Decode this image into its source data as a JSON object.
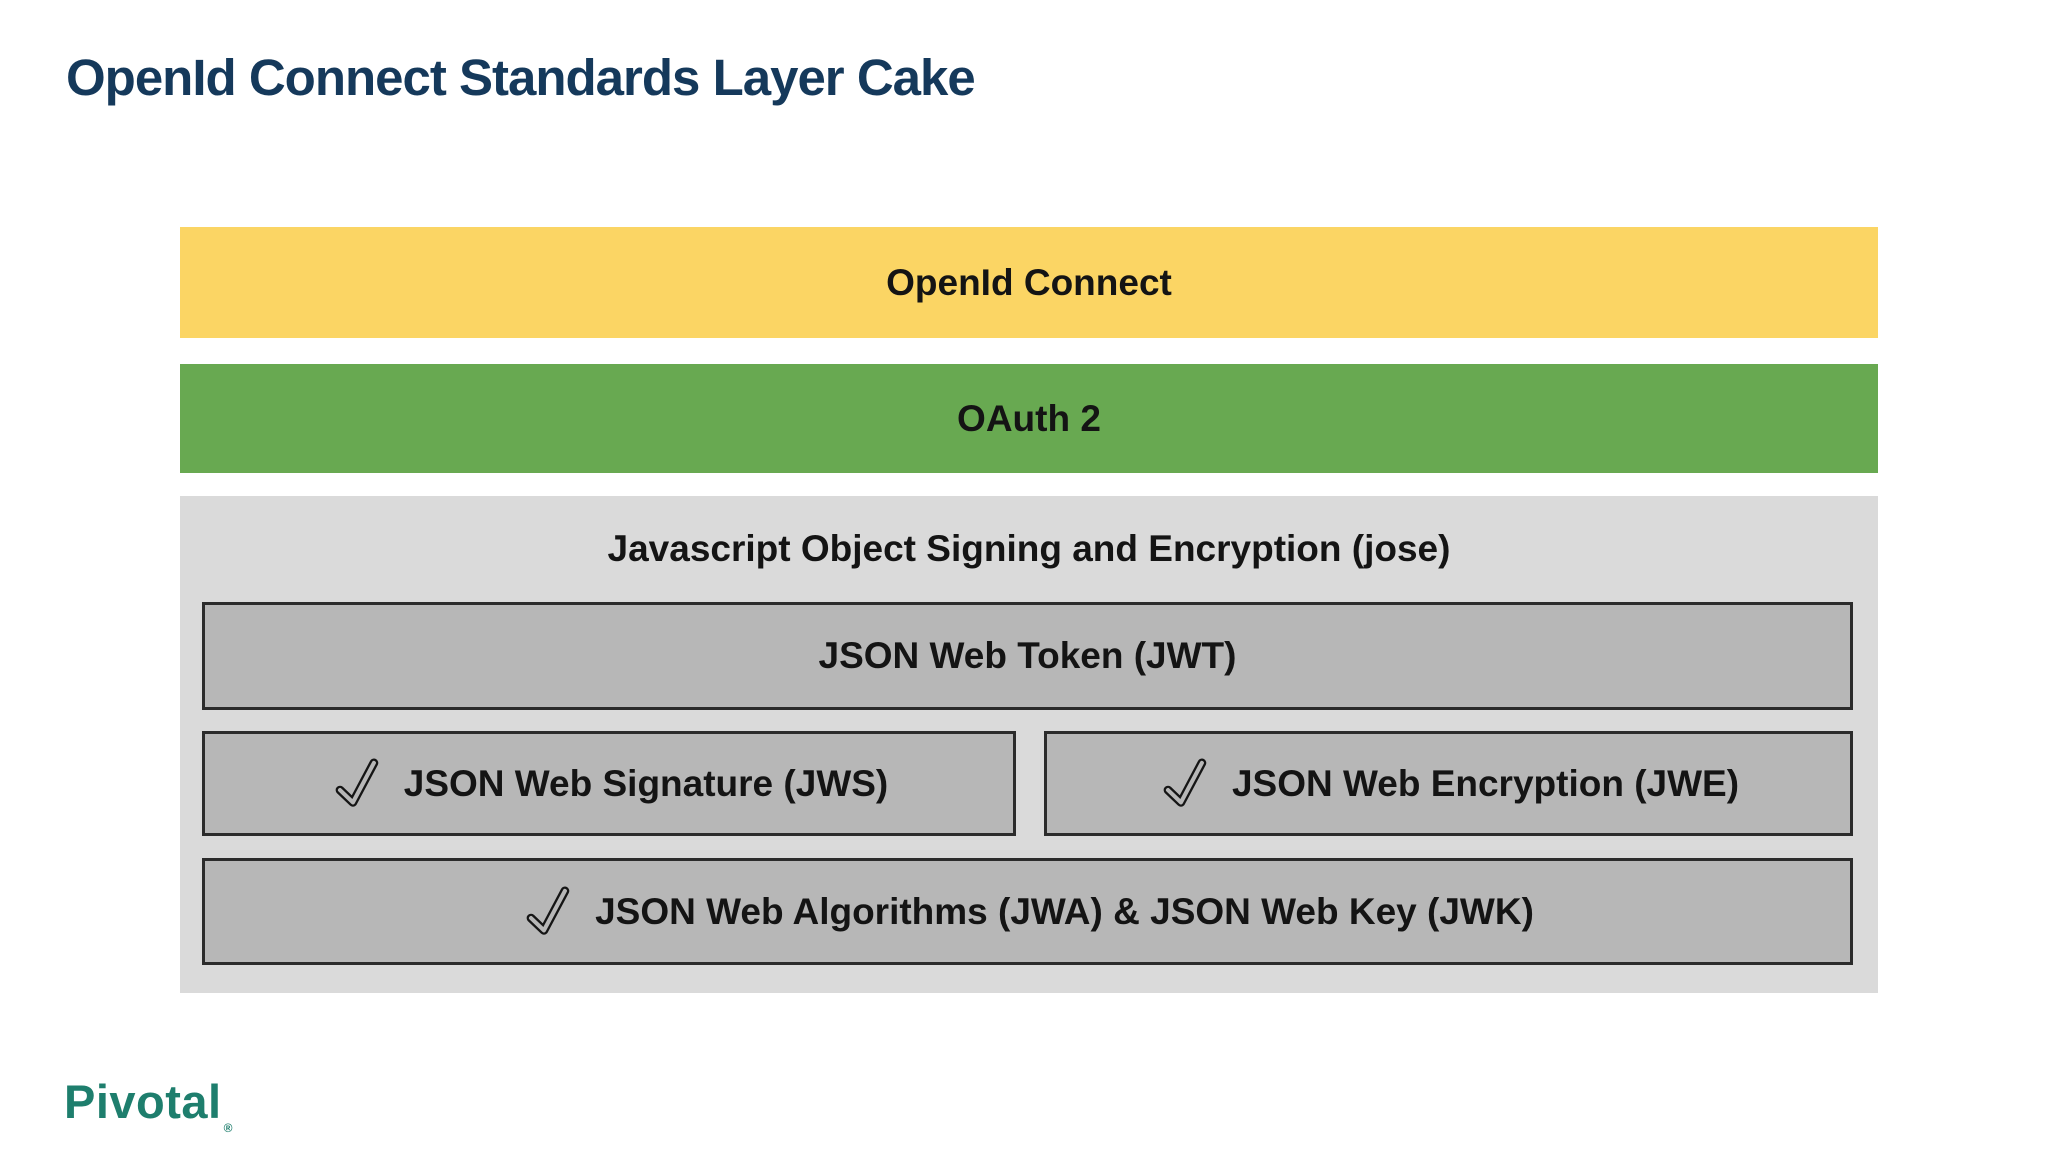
{
  "title": {
    "text": "OpenId Connect Standards Layer Cake",
    "color": "#15395B"
  },
  "layers": {
    "openid": {
      "label": "OpenId Connect",
      "bg": "#FBD564"
    },
    "oauth": {
      "label": "OAuth 2",
      "bg": "#68A951"
    },
    "jose": {
      "label": "Javascript Object Signing and Encryption (jose)",
      "bg": "#DADADA",
      "inner_bg": "#B7B7B7",
      "inner_border": "#2B2B2B",
      "jwt": {
        "label": "JSON Web Token (JWT)",
        "checked": false
      },
      "jws": {
        "label": "JSON Web Signature (JWS)",
        "checked": true
      },
      "jwe": {
        "label": "JSON Web Encryption (JWE)",
        "checked": true
      },
      "jwa_jwk": {
        "label": "JSON Web Algorithms (JWA) & JSON Web Key (JWK)",
        "checked": true
      }
    }
  },
  "icons": {
    "check_icon": "outlined-checkmark"
  },
  "footer": {
    "logo": "Pivotal",
    "logo_color": "#1E7E6D",
    "registered_mark": "®"
  }
}
